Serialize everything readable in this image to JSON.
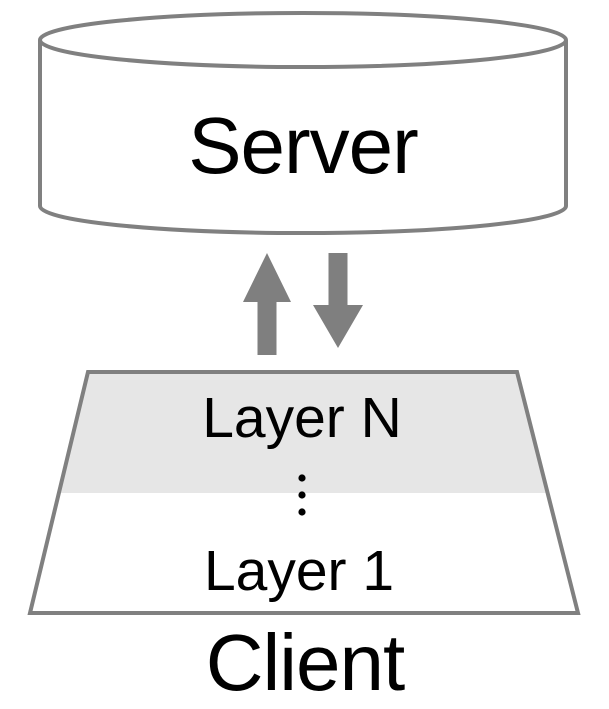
{
  "diagram": {
    "server": {
      "label": "Server"
    },
    "client": {
      "label": "Client",
      "top_layer": "Layer N",
      "ellipsis": "⋮",
      "bottom_layer": "Layer 1"
    },
    "connection": {
      "upload_icon": "arrow-up",
      "download_icon": "arrow-down"
    },
    "colors": {
      "outline": "#808080",
      "arrow": "#7f7f7f",
      "layer_band": "#e6e6e6",
      "text": "#000000",
      "background": "#ffffff"
    }
  }
}
